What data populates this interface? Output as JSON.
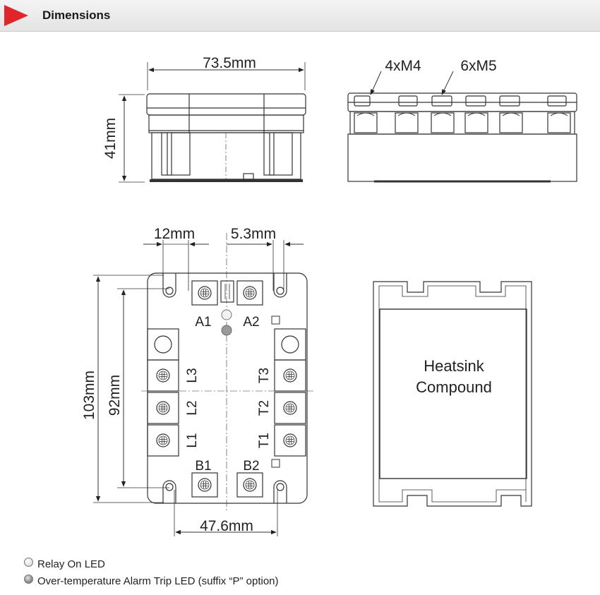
{
  "header": {
    "title": "Dimensions"
  },
  "top_view": {
    "width_label": "73.5mm",
    "height_label": "41mm"
  },
  "side_view": {
    "small_screw_label": "4xM4",
    "large_screw_label": "6xM5"
  },
  "front_view": {
    "terminal_width_label": "12mm",
    "offset_label": "5.3mm",
    "total_height_label": "103mm",
    "mount_height_label": "92mm",
    "mount_width_label": "47.6mm",
    "terminals": {
      "a1": "A1",
      "a2": "A2",
      "b1": "B1",
      "b2": "B2",
      "l1": "L1",
      "l2": "L2",
      "l3": "L3",
      "t1": "T1",
      "t2": "T2",
      "t3": "T3"
    }
  },
  "back_view": {
    "line1": "Heatsink",
    "line2": "Compound"
  },
  "legend": {
    "relay_on": "Relay On LED",
    "alarm": "Over-temperature Alarm Trip LED (suffix “P” option)"
  }
}
